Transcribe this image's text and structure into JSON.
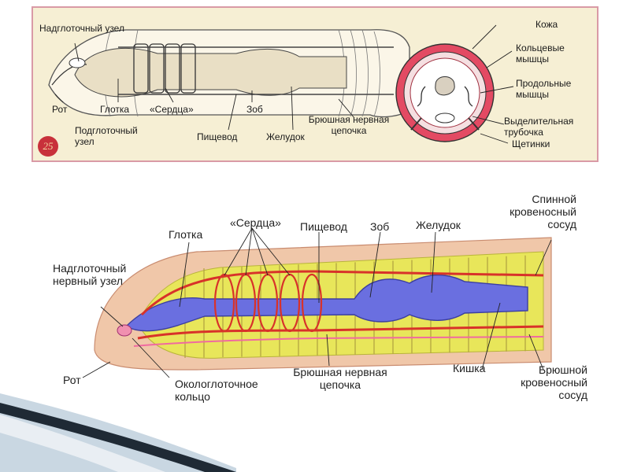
{
  "top_diagram": {
    "figure_number": "25",
    "labels": {
      "suprapharyngeal": "Надглоточный узел",
      "mouth": "Рот",
      "pharynx": "Глотка",
      "hearts": "«Сердца»",
      "crop": "Зоб",
      "subpharyngeal": "Подглоточный узел",
      "esophagus": "Пищевод",
      "stomach": "Желудок",
      "nerve_cord": "Брюшная нервная цепочка",
      "skin": "Кожа",
      "circular_muscles": "Кольцевые мышцы",
      "longitudinal_muscles": "Продольные мышцы",
      "excretory_tube": "Выделительная трубочка",
      "setae": "Щетинки"
    }
  },
  "bottom_diagram": {
    "labels": {
      "pharynx": "Глотка",
      "hearts": "«Сердца»",
      "esophagus": "Пищевод",
      "crop": "Зоб",
      "stomach": "Желудок",
      "dorsal_vessel": "Спинной кровеносный сосуд",
      "suprapharyngeal_ganglion": "Надглоточный нервный узел",
      "mouth": "Рот",
      "circumpharyngeal_ring": "Окологлоточное кольцо",
      "nerve_cord": "Брюшная нервная цепочка",
      "intestine": "Кишка",
      "ventral_vessel": "Брюшной кровеносный сосуд"
    }
  },
  "colors": {
    "panel_bg": "#f6efd4",
    "panel_border": "#d99aa6",
    "worm_skin": "#f0c7a9",
    "gut": "#6a6fe0",
    "vessel": "#d8322a",
    "muscle": "#e8e65a",
    "nerve": "#f06aa0"
  }
}
